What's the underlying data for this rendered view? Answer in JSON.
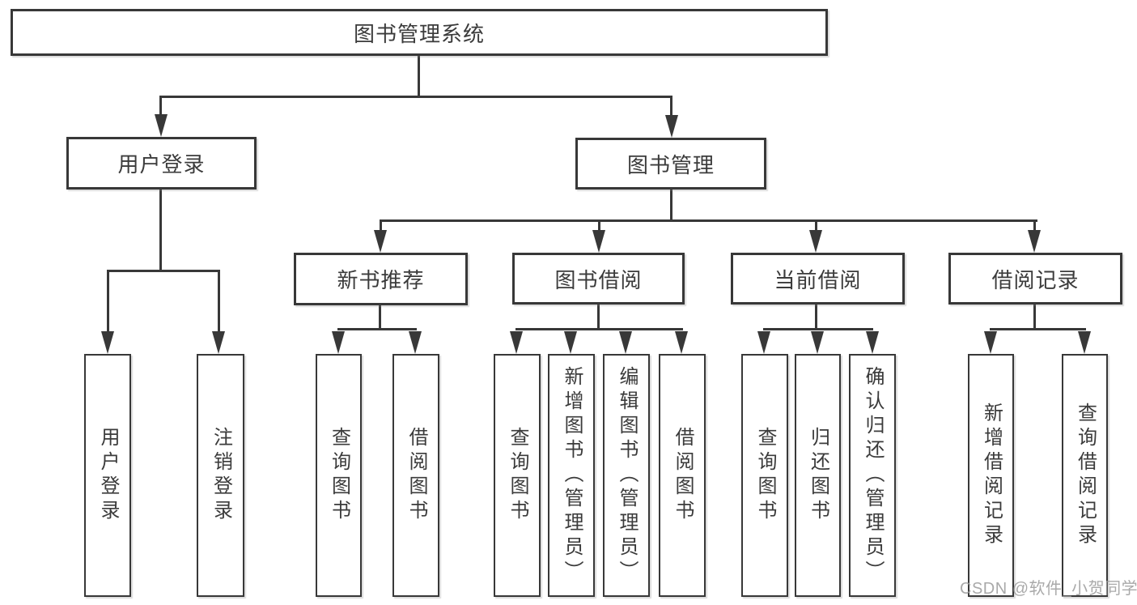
{
  "diagram": {
    "root": "图书管理系统",
    "level2": {
      "user_login": "用户登录",
      "book_management": "图书管理"
    },
    "level3": {
      "new_book_recommend": "新书推荐",
      "book_borrowing": "图书借阅",
      "current_borrowing": "当前借阅",
      "borrowing_records": "借阅记录"
    },
    "leaves": {
      "user_login": "用户登录",
      "logout": "注销登录",
      "nb_query_books": "查询图书",
      "nb_borrow_books": "借阅图书",
      "bb_query_books": "查询图书",
      "bb_add_books": "新增图书（管理员）",
      "bb_edit_books": "编辑图书（管理员）",
      "bb_borrow_books": "借阅图书",
      "cb_query_books": "查询图书",
      "cb_return_books": "归还图书",
      "cb_confirm_return": "确认归还（管理员）",
      "br_add_record": "新增借阅记录",
      "br_query_record": "查询借阅记录"
    }
  },
  "watermark": "CSDN @软件_小贺同学",
  "colors": {
    "line": "#383838",
    "text": "#3b3b3b",
    "background": "#ffffff",
    "watermark": "#9b9b9b"
  }
}
